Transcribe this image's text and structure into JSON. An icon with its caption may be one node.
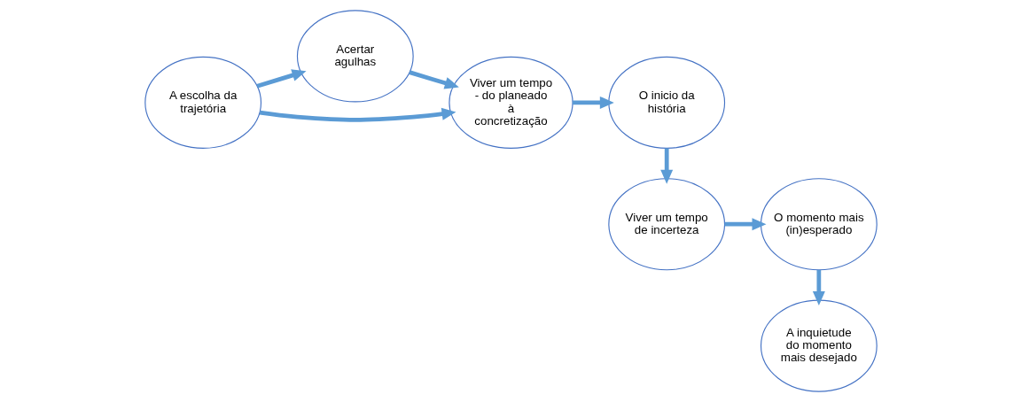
{
  "diagram": {
    "nodes": [
      {
        "text": [
          "A escolha da trajetória"
        ]
      },
      {
        "text": [
          "Acertar agulhas"
        ]
      },
      {
        "text": [
          "Viver um tempo - do planeado à concretização"
        ]
      },
      {
        "text": [
          "O inicio da história"
        ]
      },
      {
        "text": [
          "Viver um tempo de incerteza"
        ]
      },
      {
        "text": [
          "O momento mais (in)esperado"
        ]
      },
      {
        "text": [
          "A inquietude do momento mais desejado"
        ]
      }
    ],
    "edges": [
      {
        "from": 0,
        "to": 1,
        "arrow": "to"
      },
      {
        "from": 1,
        "to": 2,
        "arrow": "to"
      },
      {
        "from": 0,
        "to": 2,
        "arrow": "to"
      },
      {
        "from": 2,
        "to": 3,
        "arrow": "to"
      },
      {
        "from": 3,
        "to": 4,
        "arrow": "to"
      },
      {
        "from": 4,
        "to": 5,
        "arrow": "to"
      },
      {
        "from": 5,
        "to": 6,
        "arrow": "to"
      }
    ]
  }
}
